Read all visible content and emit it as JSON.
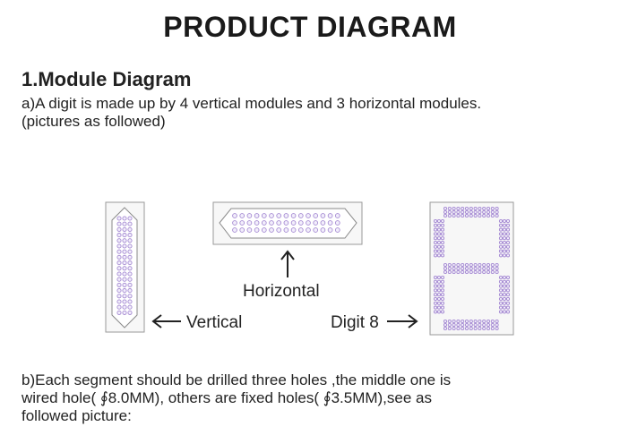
{
  "title": "PRODUCT  DIAGRAM",
  "section": {
    "heading": "1.Module  Diagram",
    "para_a": [
      "a)A digit is made up by 4 vertical modules and 3 horizontal modules.",
      "(pictures as followed)"
    ],
    "para_b": [
      "b)Each segment should be drilled three holes ,the middle one is",
      "wired hole( ∮8.0MM), others are fixed  holes( ∮3.5MM),see as",
      "followed picture:"
    ]
  },
  "labels": {
    "vertical": "Vertical",
    "horizontal": "Horizontal",
    "digit": "Digit 8"
  },
  "colors": {
    "led": "#a58ad2",
    "led_fill": "#f2eefb",
    "panel": "#f7f7f7",
    "outline": "#9a9a9a"
  }
}
